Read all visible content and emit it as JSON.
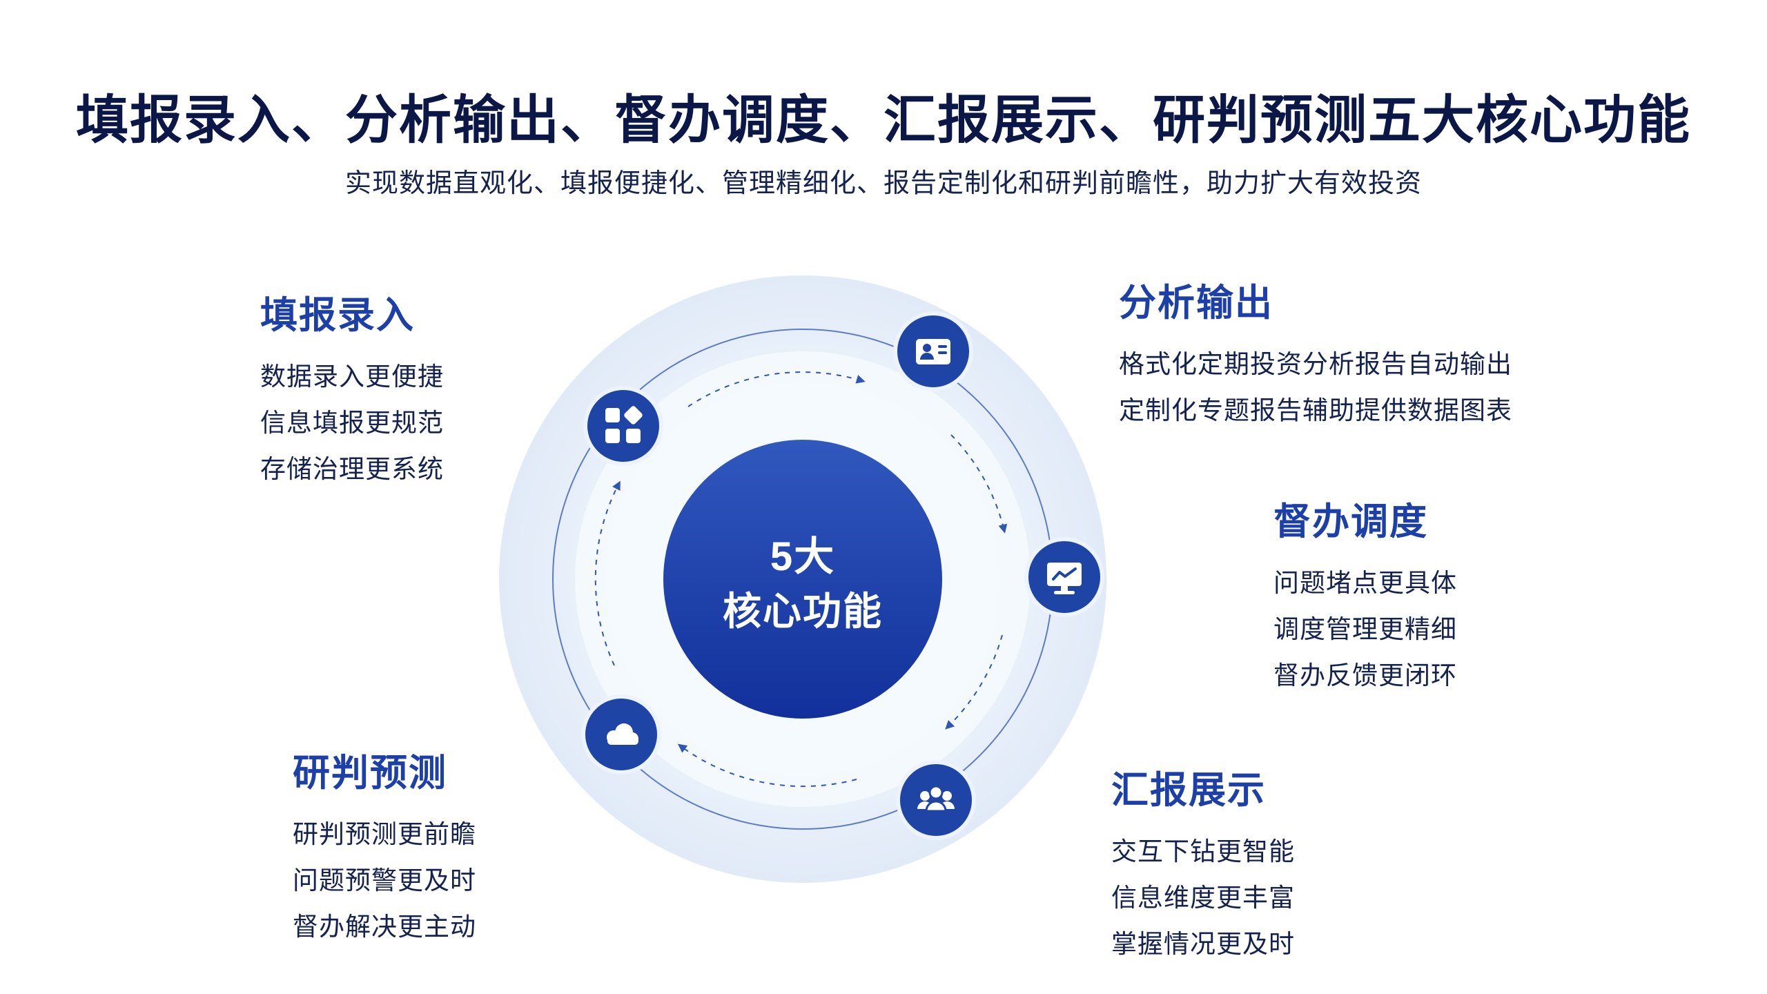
{
  "slide": {
    "title": "填报录入、分析输出、督办调度、汇报展示、研判预测五大核心功能",
    "subtitle": "实现数据直观化、填报便捷化、管理精细化、报告定制化和研判前瞻性，助力扩大有效投资"
  },
  "center": {
    "line1": "5大",
    "line2": "核心功能"
  },
  "sections": [
    {
      "id": "tianbao-luru",
      "title": "填报录入",
      "icon": "modules-icon",
      "items": [
        "数据录入更便捷",
        "信息填报更规范",
        "存储治理更系统"
      ]
    },
    {
      "id": "fenxi-shuchu",
      "title": "分析输出",
      "icon": "id-card-icon",
      "items": [
        "格式化定期投资分析报告自动输出",
        "定制化专题报告辅助提供数据图表"
      ]
    },
    {
      "id": "duban-diaodu",
      "title": "督办调度",
      "icon": "monitor-chart-icon",
      "items": [
        "问题堵点更具体",
        "调度管理更精细",
        "督办反馈更闭环"
      ]
    },
    {
      "id": "huibao-zhanshi",
      "title": "汇报展示",
      "icon": "people-icon",
      "items": [
        "交互下钻更智能",
        "信息维度更丰富",
        "掌握情况更及时"
      ]
    },
    {
      "id": "yanpan-yuce",
      "title": "研判预测",
      "icon": "cloud-icon",
      "items": [
        "研判预测更前瞻",
        "问题预警更及时",
        "督办解决更主动"
      ]
    }
  ],
  "colors": {
    "title": "#0a1747",
    "heading": "#1d3fa8",
    "body": "#14224f",
    "node": "#1e45a6",
    "orbit": "#2f55b5",
    "center_gradient_top": "#3058bd",
    "center_gradient_bottom": "#12309b",
    "halo": "#e1eaf7"
  }
}
